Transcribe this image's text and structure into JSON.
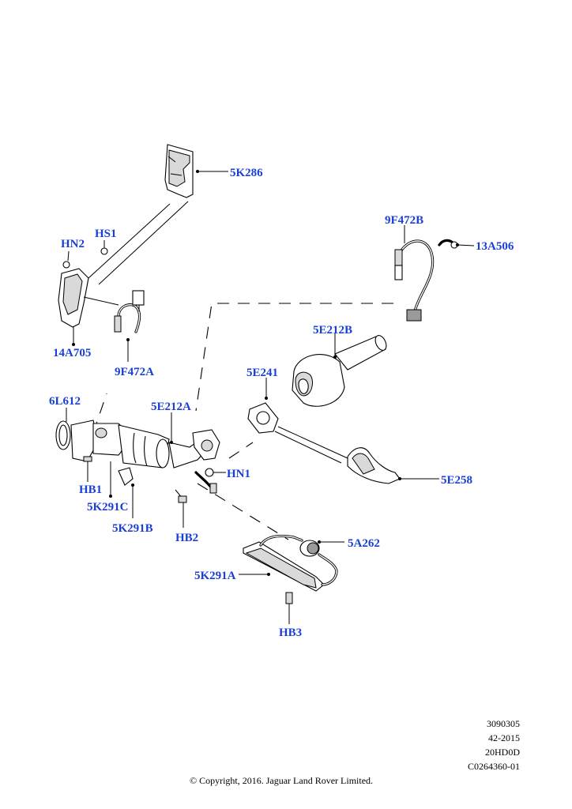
{
  "diagram": {
    "labels": {
      "p5K286": "5K286",
      "pHS1": "HS1",
      "pHN2": "HN2",
      "p14A705": "14A705",
      "p9F472A": "9F472A",
      "p9F472B": "9F472B",
      "p13A506": "13A506",
      "p5E212B": "5E212B",
      "p5E241": "5E241",
      "p6L612": "6L612",
      "p5E212A": "5E212A",
      "pHB1": "HB1",
      "p5K291C": "5K291C",
      "p5K291B": "5K291B",
      "pHN1": "HN1",
      "pHB2": "HB2",
      "p5E258": "5E258",
      "p5A262": "5A262",
      "p5K291A": "5K291A",
      "pHB3": "HB3"
    },
    "reference": {
      "line1": "3090305",
      "line2": "42-2015",
      "line3": "20HD0D",
      "line4": "C0264360-01"
    },
    "copyright": "© Copyright, 2016. Jaguar Land Rover Limited.",
    "label_color": "#1a3fd6"
  }
}
